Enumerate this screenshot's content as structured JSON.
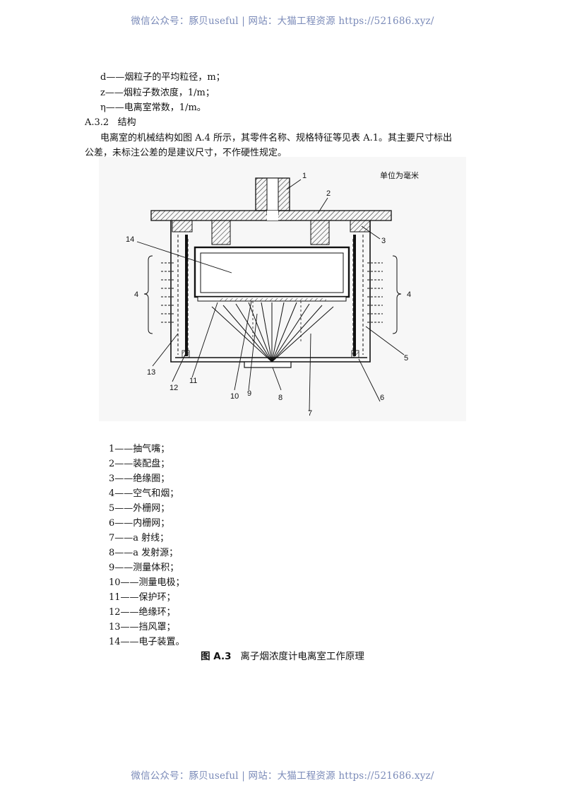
{
  "watermark": {
    "text": "微信公众号：豚贝useful | 网站：大猫工程资源 https://521686.xyz/"
  },
  "definitions": [
    "d——烟粒子的平均粒径，m；",
    "z——烟粒子数浓度，1/m；",
    "η——电离室常数，1/m。"
  ],
  "section": {
    "number": "A.3.2",
    "title": "结构"
  },
  "paragraph": {
    "line1": "电离室的机械结构如图 A.4 所示，其零件名称、规格特征等见表 A.1。其主要尺寸标出",
    "line2": "公差，未标注公差的是建议尺寸，不作硬性规定。"
  },
  "figure": {
    "unit_note": "单位为毫米",
    "callouts": [
      "1",
      "2",
      "3",
      "4",
      "4",
      "5",
      "6",
      "7",
      "8",
      "9",
      "10",
      "11",
      "12",
      "13",
      "14"
    ]
  },
  "legend": [
    "1——抽气嘴；",
    "2——装配盘；",
    "3——绝缘圈；",
    "4——空气和烟；",
    "5——外栅网；",
    "6——内栅网；",
    "7——a 射线；",
    "8——a 发射源；",
    "9——测量体积；",
    "10——测量电极；",
    "11——保护环；",
    "12——绝缘环；",
    "13——挡风罩；",
    "14——电子装置。"
  ],
  "caption": {
    "label": "图 A.3",
    "title": "离子烟浓度计电离室工作原理"
  }
}
